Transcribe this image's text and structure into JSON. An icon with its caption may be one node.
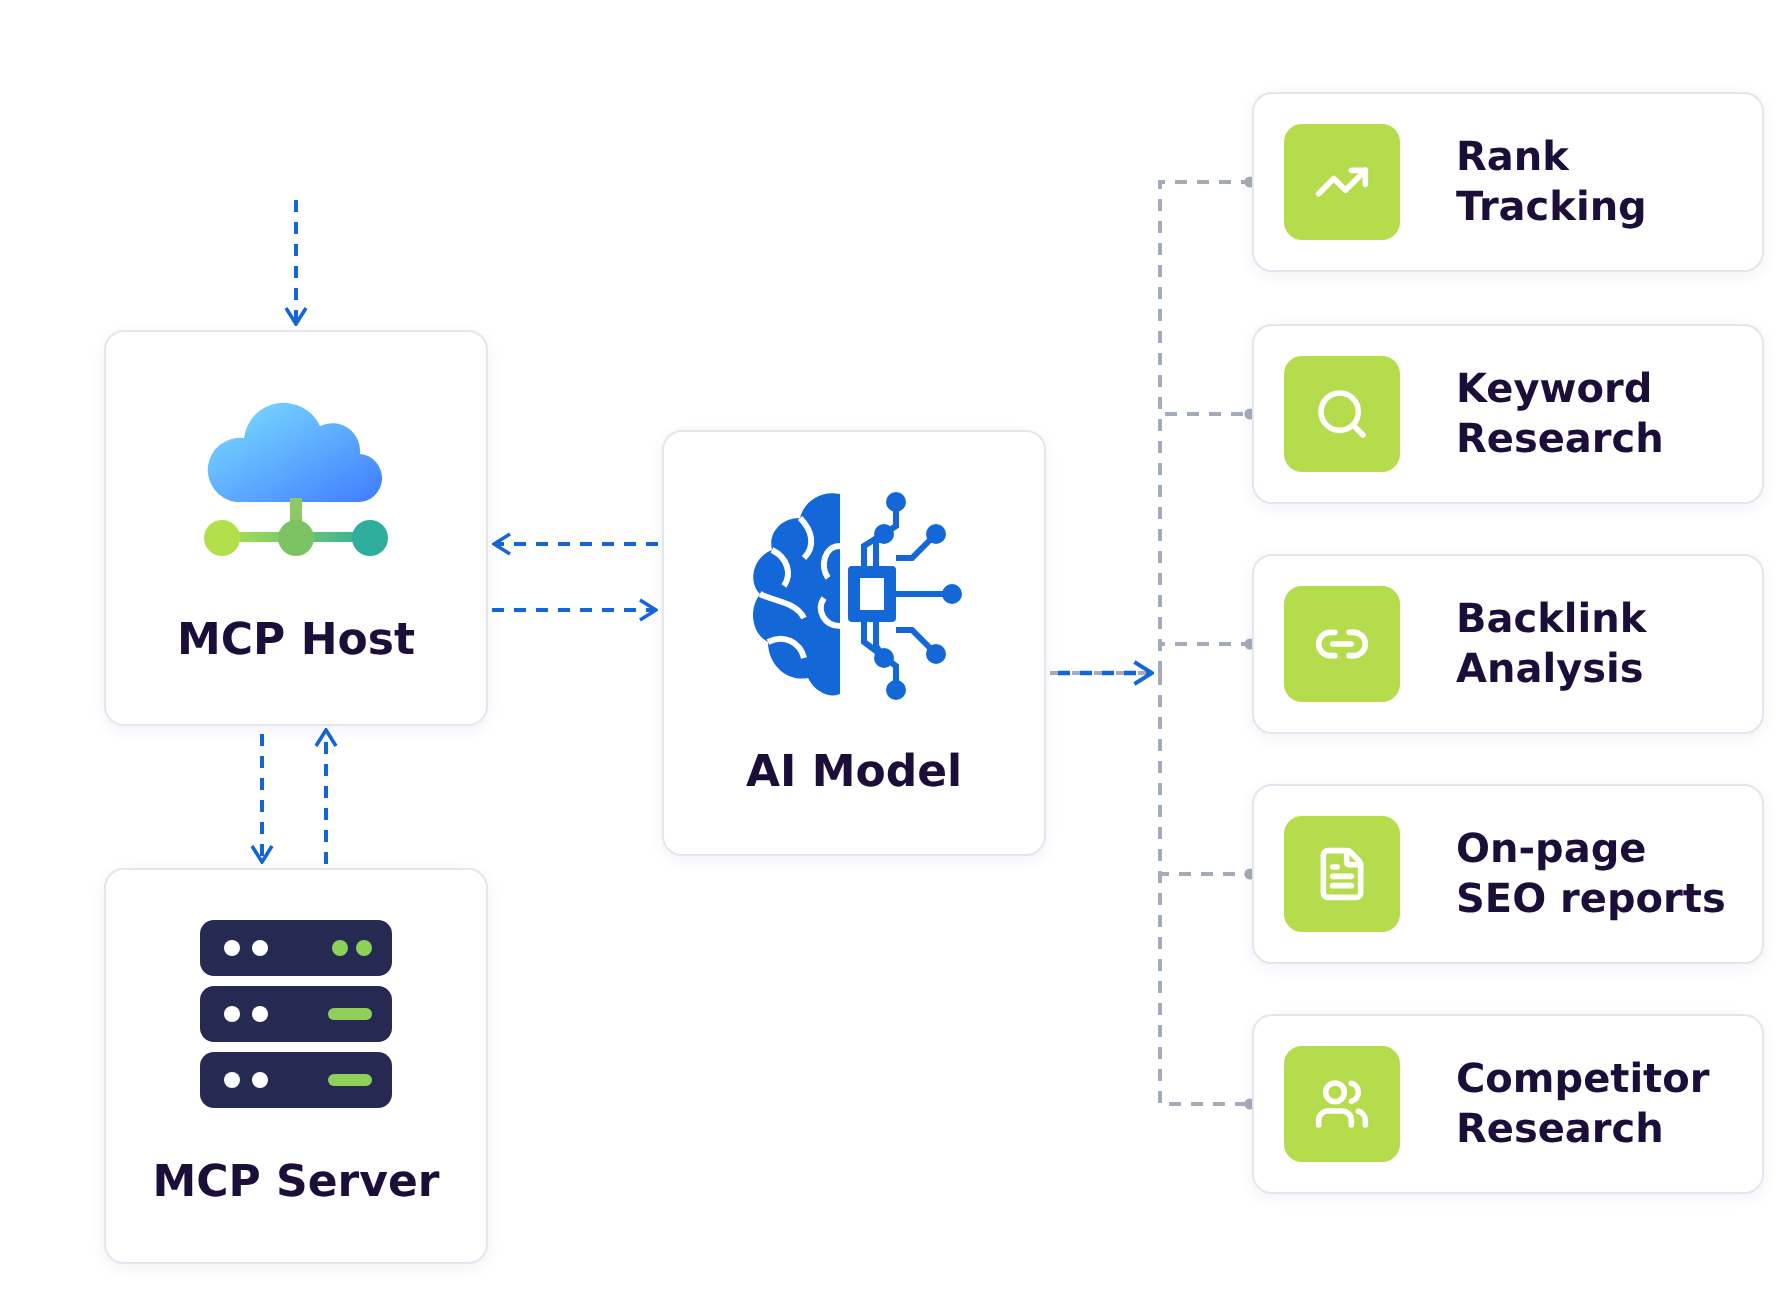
{
  "diagram": {
    "nodes": [
      {
        "text": [
          "MCP Host"
        ]
      },
      {
        "text": [
          "MCP Server"
        ]
      },
      {
        "text": [
          "AI Model"
        ]
      },
      {
        "text": [
          "Rank Tracking"
        ]
      },
      {
        "text": [
          "Keyword Research"
        ]
      },
      {
        "text": [
          "Backlink Analysis"
        ]
      },
      {
        "text": [
          "On-page SEO reports"
        ]
      },
      {
        "text": [
          "Competitor Research"
        ]
      }
    ],
    "edges": [
      {
        "from": null,
        "to": 0,
        "arrow": "to",
        "style": "dashed",
        "color": "#1466d8"
      },
      {
        "from": 2,
        "to": 0,
        "arrow": "to",
        "style": "dashed",
        "color": "#1466d8"
      },
      {
        "from": 0,
        "to": 2,
        "arrow": "to",
        "style": "dashed",
        "color": "#1466d8"
      },
      {
        "from": 0,
        "to": 1,
        "arrow": "to",
        "style": "dashed",
        "color": "#1466d8"
      },
      {
        "from": 1,
        "to": 0,
        "arrow": "to",
        "style": "dashed",
        "color": "#1466d8"
      },
      {
        "from": 2,
        "to": 3,
        "arrow": "other",
        "style": "dashed",
        "color": "#a4abb9"
      },
      {
        "from": 2,
        "to": 4,
        "arrow": "other",
        "style": "dashed",
        "color": "#a4abb9"
      },
      {
        "from": 2,
        "to": 5,
        "arrow": "other",
        "style": "dashed",
        "color": "#a4abb9"
      },
      {
        "from": 2,
        "to": 6,
        "arrow": "other",
        "style": "dashed",
        "color": "#a4abb9"
      },
      {
        "from": 2,
        "to": 7,
        "arrow": "other",
        "style": "dashed",
        "color": "#a4abb9"
      }
    ]
  }
}
